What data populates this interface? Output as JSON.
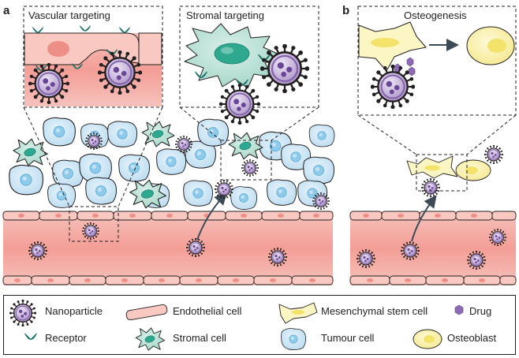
{
  "panels": {
    "a": "a",
    "b": "b"
  },
  "insets": {
    "vascular": "Vascular targeting",
    "stromal": "Stromal targeting",
    "osteogenesis": "Osteogenesis"
  },
  "legend": {
    "nanoparticle": "Nanoparticle",
    "endothelial": "Endothelial cell",
    "msc": "Mesenchymal stem cell",
    "drug": "Drug",
    "receptor": "Receptor",
    "stromal": "Stromal cell",
    "tumour": "Tumour cell",
    "osteoblast": "Osteoblast"
  },
  "colors": {
    "vessel": "#f7b5ad",
    "vessel_dark": "#ee8f87",
    "tumour": "#cfe6f5",
    "tumour_nucleus": "#8ecbea",
    "stromal": "#b8e2d6",
    "receptor": "#2a9d8f",
    "nanoparticle": "#c7b3da",
    "drug": "#8e6bb5",
    "msc": "#fbf6c4",
    "osteoblast": "#fbf0a8"
  }
}
